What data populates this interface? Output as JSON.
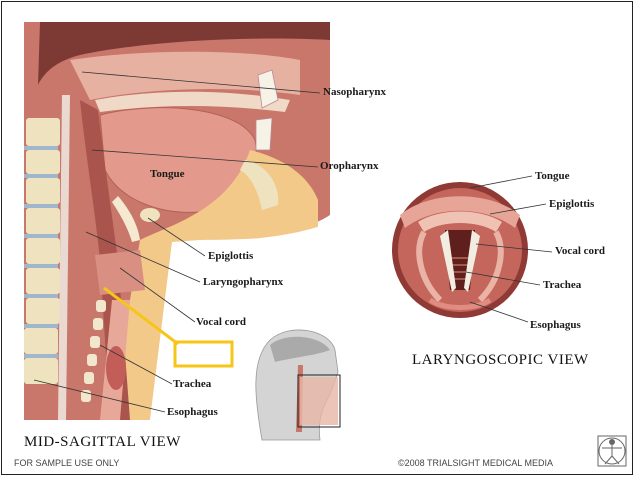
{
  "sagittal_labels": {
    "nasopharynx": "Nasopharynx",
    "oropharynx": "Oropharynx",
    "tongue": "Tongue",
    "epiglottis": "Epiglottis",
    "laryngopharynx": "Laryngopharynx",
    "vocal_cord": "Vocal cord",
    "trachea": "Trachea",
    "esophagus": "Esophagus"
  },
  "laryngoscopic_labels": {
    "tongue": "Tongue",
    "epiglottis": "Epiglottis",
    "vocal_cord": "Vocal cord",
    "trachea": "Trachea",
    "esophagus": "Esophagus"
  },
  "titles": {
    "mid_sagittal": "MID-SAGITTAL VIEW",
    "laryngoscopic": "LARYNGOSCOPIC VIEW"
  },
  "footer": {
    "left": "FOR SAMPLE USE ONLY",
    "right": "©2008 TRIALSIGHT MEDICAL MEDIA"
  },
  "colors": {
    "tissue": "#c8776a",
    "tissue_dark": "#a9544c",
    "tissue_light": "#e7b1a2",
    "fat": "#f3c98a",
    "bone": "#efe3bf",
    "highlight": "#f5c518"
  },
  "icons": {
    "logo": "vitruvian-man-icon"
  }
}
